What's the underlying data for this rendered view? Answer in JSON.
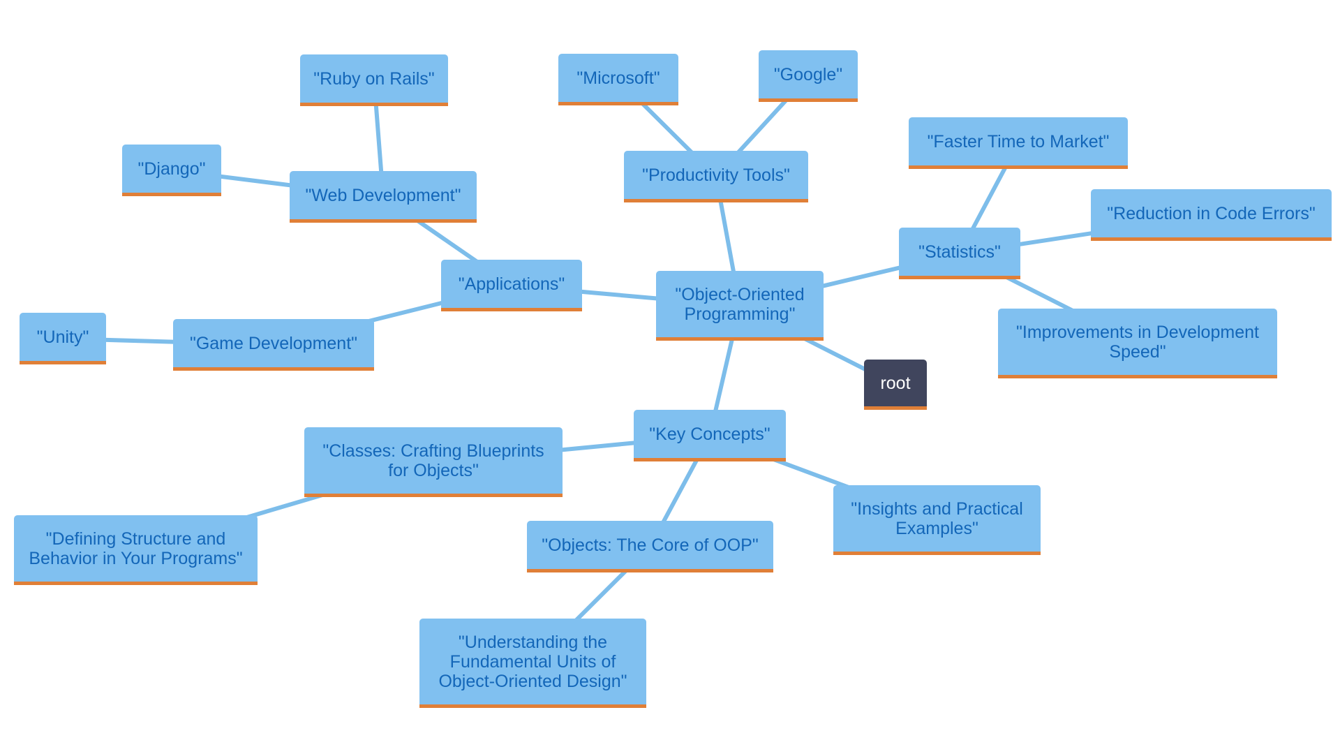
{
  "diagram": {
    "colors": {
      "node_fill": "#80c0f0",
      "node_text": "#1366b8",
      "node_underline": "#e07f37",
      "edge": "#7dbdea",
      "root_fill": "#40455d",
      "root_text": "#ffffff"
    },
    "nodes": [
      {
        "id": "oop",
        "label": "\"Object-Oriented\nProgramming\""
      },
      {
        "id": "root",
        "label": "root"
      },
      {
        "id": "applications",
        "label": "\"Applications\""
      },
      {
        "id": "web-development",
        "label": "\"Web Development\""
      },
      {
        "id": "ruby-on-rails",
        "label": "\"Ruby on Rails\""
      },
      {
        "id": "django",
        "label": "\"Django\""
      },
      {
        "id": "game-development",
        "label": "\"Game Development\""
      },
      {
        "id": "unity",
        "label": "\"Unity\""
      },
      {
        "id": "productivity-tools",
        "label": "\"Productivity Tools\""
      },
      {
        "id": "microsoft",
        "label": "\"Microsoft\""
      },
      {
        "id": "google",
        "label": "\"Google\""
      },
      {
        "id": "statistics",
        "label": "\"Statistics\""
      },
      {
        "id": "faster-time-to-market",
        "label": "\"Faster Time to Market\""
      },
      {
        "id": "reduction-in-code-errors",
        "label": "\"Reduction in Code Errors\""
      },
      {
        "id": "improvements-in-development-speed",
        "label": "\"Improvements in Development\nSpeed\""
      },
      {
        "id": "key-concepts",
        "label": "\"Key Concepts\""
      },
      {
        "id": "classes",
        "label": "\"Classes: Crafting Blueprints\nfor Objects\""
      },
      {
        "id": "defining-structure",
        "label": "\"Defining Structure and\nBehavior in Your Programs\""
      },
      {
        "id": "objects",
        "label": "\"Objects: The Core of OOP\""
      },
      {
        "id": "understanding-units",
        "label": "\"Understanding the\nFundamental Units of\nObject-Oriented Design\""
      },
      {
        "id": "insights",
        "label": "\"Insights and Practical\nExamples\""
      }
    ],
    "edges": [
      [
        "oop",
        "root"
      ],
      [
        "oop",
        "applications"
      ],
      [
        "applications",
        "web-development"
      ],
      [
        "web-development",
        "ruby-on-rails"
      ],
      [
        "web-development",
        "django"
      ],
      [
        "applications",
        "game-development"
      ],
      [
        "game-development",
        "unity"
      ],
      [
        "oop",
        "productivity-tools"
      ],
      [
        "productivity-tools",
        "microsoft"
      ],
      [
        "productivity-tools",
        "google"
      ],
      [
        "oop",
        "statistics"
      ],
      [
        "statistics",
        "faster-time-to-market"
      ],
      [
        "statistics",
        "reduction-in-code-errors"
      ],
      [
        "statistics",
        "improvements-in-development-speed"
      ],
      [
        "oop",
        "key-concepts"
      ],
      [
        "key-concepts",
        "classes"
      ],
      [
        "classes",
        "defining-structure"
      ],
      [
        "key-concepts",
        "objects"
      ],
      [
        "objects",
        "understanding-units"
      ],
      [
        "key-concepts",
        "insights"
      ]
    ]
  }
}
